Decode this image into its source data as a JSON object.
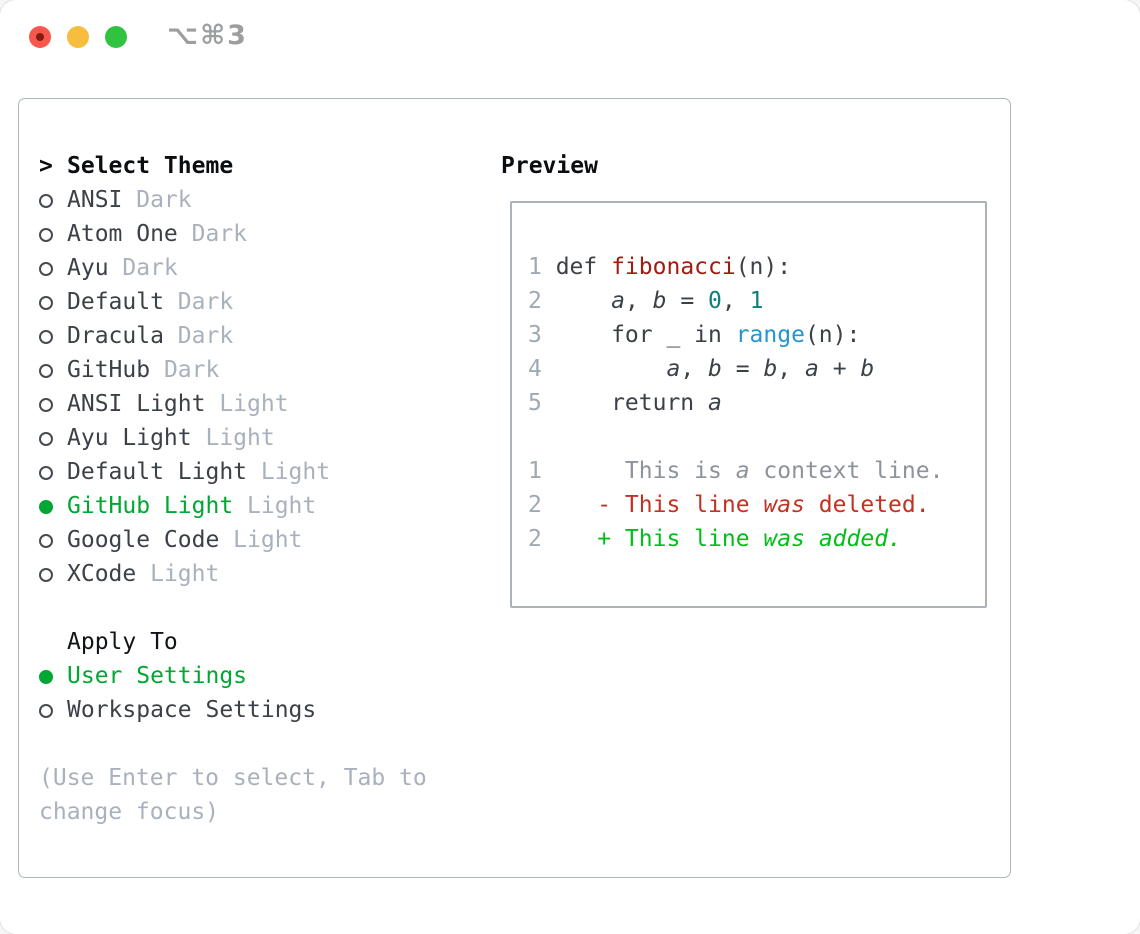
{
  "titlebar": {
    "title": "⌥⌘3"
  },
  "colors": {
    "accent_green": "#00a733",
    "diff_added_green": "#00bf18",
    "diff_deleted_red": "#c23222",
    "function_red": "#a01b10",
    "number_teal": "#0d7f7b",
    "builtin_blue": "#2196cf",
    "muted_gray": "#a9b1bd"
  },
  "theme_panel": {
    "cursor": ">",
    "header": "Select Theme",
    "items": [
      {
        "label": "ANSI",
        "tag": "Dark",
        "selected": false
      },
      {
        "label": "Atom One",
        "tag": "Dark",
        "selected": false
      },
      {
        "label": "Ayu",
        "tag": "Dark",
        "selected": false
      },
      {
        "label": "Default",
        "tag": "Dark",
        "selected": false
      },
      {
        "label": "Dracula",
        "tag": "Dark",
        "selected": false
      },
      {
        "label": "GitHub",
        "tag": "Dark",
        "selected": false
      },
      {
        "label": "ANSI Light",
        "tag": "Light",
        "selected": false
      },
      {
        "label": "Ayu Light",
        "tag": "Light",
        "selected": false
      },
      {
        "label": "Default Light",
        "tag": "Light",
        "selected": false
      },
      {
        "label": "GitHub Light",
        "tag": "Light",
        "selected": true
      },
      {
        "label": "Google Code",
        "tag": "Light",
        "selected": false
      },
      {
        "label": "XCode",
        "tag": "Light",
        "selected": false
      }
    ]
  },
  "apply_panel": {
    "header": "Apply To",
    "items": [
      {
        "label": "User Settings",
        "selected": true
      },
      {
        "label": "Workspace Settings",
        "selected": false
      }
    ]
  },
  "help": {
    "line1": "(Use Enter to select, Tab to",
    "line2": "change focus)"
  },
  "preview": {
    "header": "Preview",
    "code_lines": [
      {
        "num": "1",
        "tokens": [
          [
            "p",
            "def "
          ],
          [
            "fn",
            "fibonacci"
          ],
          [
            "p",
            "(n):"
          ]
        ]
      },
      {
        "num": "2",
        "tokens": [
          [
            "p",
            "    "
          ],
          [
            "v",
            "a"
          ],
          [
            "p",
            ", "
          ],
          [
            "v",
            "b"
          ],
          [
            "p",
            " = "
          ],
          [
            "n",
            "0"
          ],
          [
            "p",
            ", "
          ],
          [
            "n",
            "1"
          ]
        ]
      },
      {
        "num": "3",
        "tokens": [
          [
            "p",
            "    for _ in "
          ],
          [
            "bi",
            "range"
          ],
          [
            "p",
            "(n):"
          ]
        ]
      },
      {
        "num": "4",
        "tokens": [
          [
            "p",
            "        "
          ],
          [
            "v",
            "a"
          ],
          [
            "p",
            ", "
          ],
          [
            "v",
            "b"
          ],
          [
            "p",
            " = "
          ],
          [
            "v",
            "b"
          ],
          [
            "p",
            ", "
          ],
          [
            "v",
            "a"
          ],
          [
            "p",
            " + "
          ],
          [
            "v",
            "b"
          ]
        ]
      },
      {
        "num": "5",
        "tokens": [
          [
            "p",
            "    return "
          ],
          [
            "v",
            "a"
          ]
        ]
      },
      {
        "num": "",
        "tokens": []
      },
      {
        "num": "1",
        "tokens": [
          [
            "c",
            "     This is "
          ],
          [
            "ci",
            "a"
          ],
          [
            "c",
            " context line."
          ]
        ]
      },
      {
        "num": "2",
        "tokens": [
          [
            "d",
            "   - This line "
          ],
          [
            "di",
            "was"
          ],
          [
            "d",
            " deleted."
          ]
        ]
      },
      {
        "num": "2",
        "tokens": [
          [
            "a",
            "   + This line "
          ],
          [
            "ai",
            "was"
          ],
          [
            "a",
            " "
          ],
          [
            "ai",
            "added."
          ]
        ]
      }
    ]
  }
}
